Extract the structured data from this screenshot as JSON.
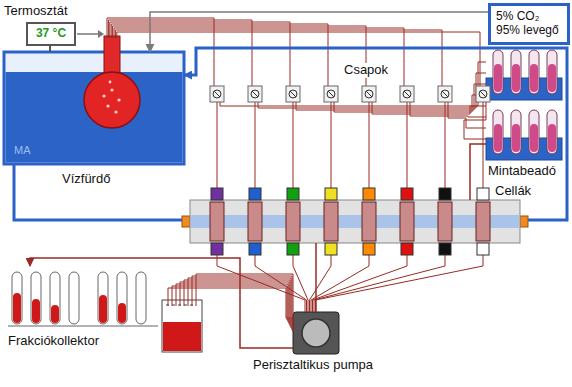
{
  "diagram": {
    "nodes": [
      {
        "text": [
          "Termosztát",
          "37 °C"
        ]
      },
      {
        "text": [
          "5% CO₂ 95% levegő"
        ]
      },
      {
        "text": [
          "Vízfürdő"
        ]
      },
      {
        "text": [
          "Mintabeadó"
        ]
      },
      {
        "text": [
          "Cellák"
        ]
      },
      {
        "text": [
          "Perisztaltikus pumpa"
        ]
      },
      {
        "text": [
          "Frakciókollektor"
        ]
      }
    ],
    "edges": [
      {
        "from": 1,
        "to": 2,
        "arrow": "to"
      },
      {
        "from": 2,
        "to": 4,
        "arrow": "none"
      },
      {
        "from": 4,
        "to": 2,
        "arrow": "to"
      },
      {
        "from": 3,
        "to": 4,
        "arrow": "none"
      },
      {
        "from": 4,
        "to": 5,
        "arrow": "none"
      },
      {
        "from": 5,
        "to": 6,
        "arrow": "to"
      }
    ],
    "labels": [
      "Csapok",
      "MA"
    ]
  }
}
